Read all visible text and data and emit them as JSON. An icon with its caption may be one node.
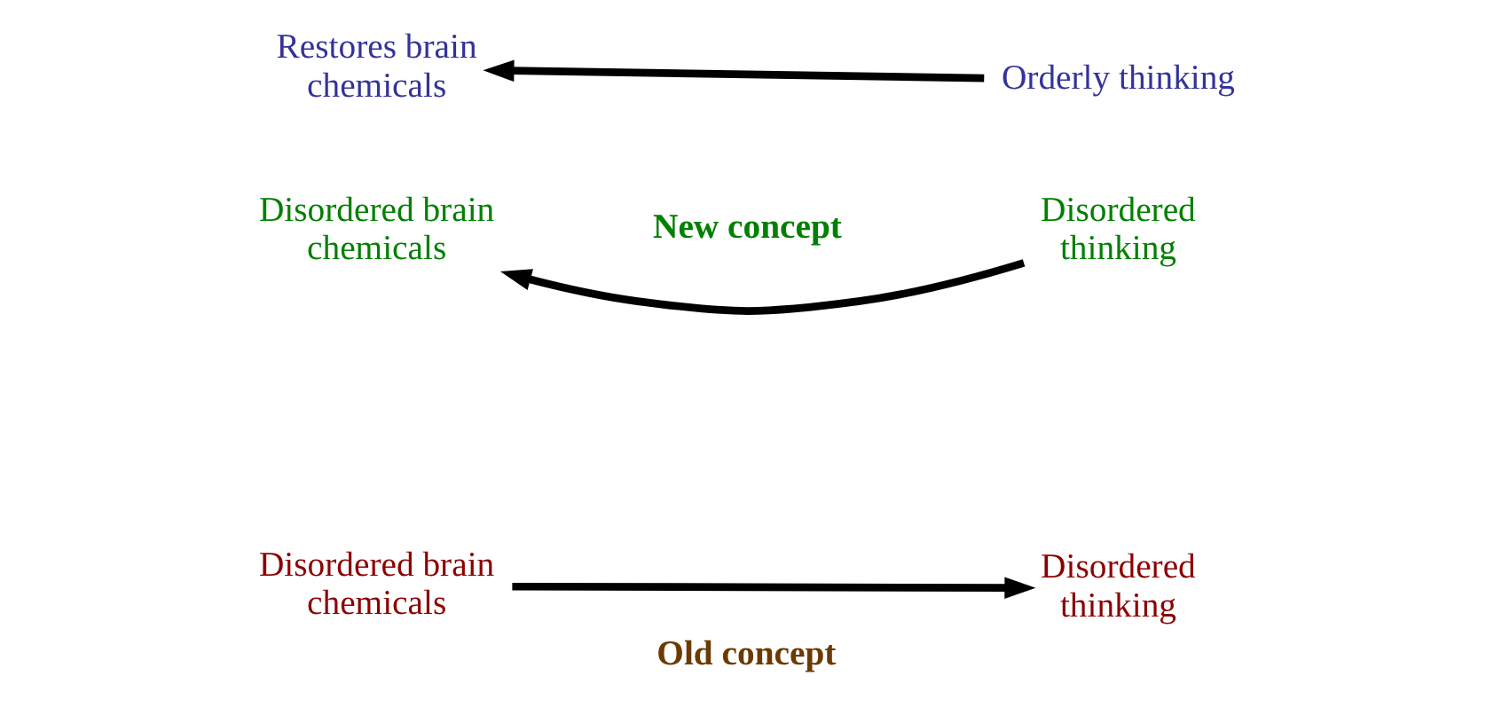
{
  "diagram": {
    "nodes": [
      {
        "text": [
          "Disordered brain chemicals"
        ]
      },
      {
        "text": [
          "Disordered thinking"
        ]
      },
      {
        "text": [
          "Disordered brain chemicals"
        ]
      },
      {
        "text": [
          "Disordered thinking"
        ]
      },
      {
        "text": [
          "Restores brain chemicals"
        ]
      },
      {
        "text": [
          "Orderly thinking"
        ]
      }
    ],
    "edges": [
      {
        "from": 0,
        "to": 1,
        "arrow": "to"
      },
      {
        "from": 3,
        "to": 2,
        "arrow": "to"
      },
      {
        "from": 5,
        "to": 4,
        "arrow": "to"
      }
    ],
    "labels": [
      "Old concept",
      "New concept"
    ]
  }
}
